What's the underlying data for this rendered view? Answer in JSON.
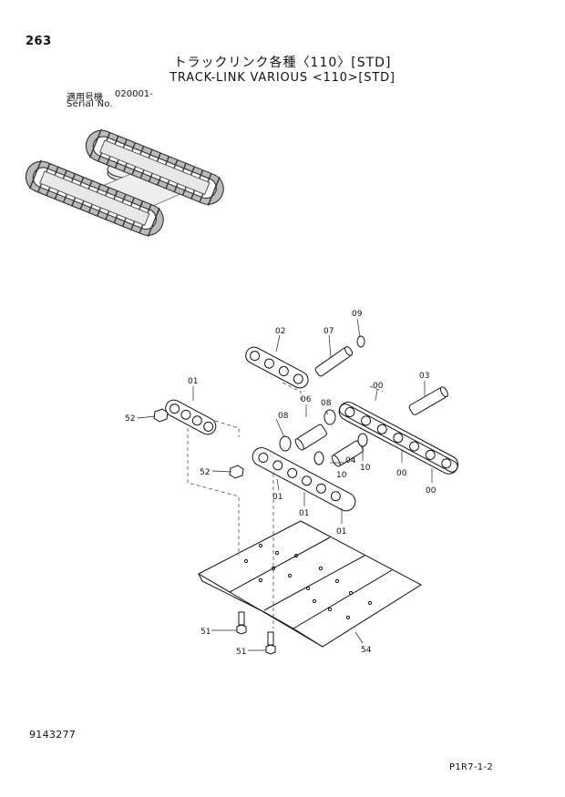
{
  "header": {
    "page_number": "263",
    "title_ja": "トラックリンク各種〈110〉[STD]",
    "title_en": "TRACK-LINK VARIOUS <110>[STD]",
    "serial_label_ja": "適用号機",
    "serial_label_en": "Serial No.",
    "serial_range": "020001-"
  },
  "callouts": {
    "c_02": "02",
    "c_07": "07",
    "c_09": "09",
    "c_01a": "01",
    "c_06": "06",
    "c_08a": "08",
    "c_00a": "00",
    "c_03": "03",
    "c_52a": "52",
    "c_08b": "08",
    "c_04": "04",
    "c_10a": "10",
    "c_10b": "10",
    "c_00b": "00",
    "c_52b": "52",
    "c_00c": "00",
    "c_01b": "01",
    "c_01c": "01",
    "c_01d": "01",
    "c_51a": "51",
    "c_51b": "51",
    "c_54": "54"
  },
  "footer": {
    "doc_number": "9143277",
    "page_ref": "P1R7-1-2"
  }
}
